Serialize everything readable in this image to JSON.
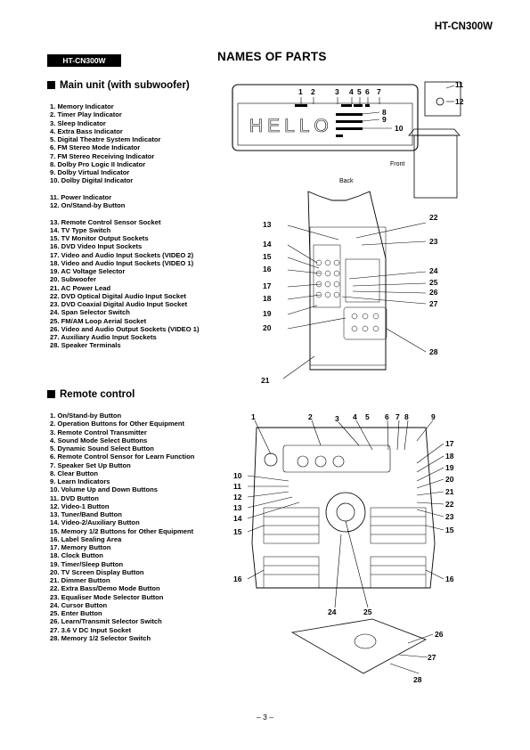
{
  "header": {
    "model_right": "HT-CN300W",
    "model_box": "HT-CN300W",
    "title": "NAMES OF PARTS"
  },
  "main_unit": {
    "heading": "Main unit (with subwoofer)",
    "items": [
      "1. Memory Indicator",
      "2. Timer Play Indicator",
      "3. Sleep Indicator",
      "4. Extra Bass Indicator",
      "5. Digital Theatre System Indicator",
      "6. FM Stereo Mode Indicator",
      "7. FM Stereo Receiving Indicator",
      "8. Dolby Pro Logic II Indicator",
      "9. Dolby Virtual Indicator",
      "10. Dolby Digital Indicator",
      "",
      "11. Power Indicator",
      "12. On/Stand-by Button",
      "",
      "13. Remote Control Sensor Socket",
      "14. TV Type Switch",
      "15. TV Monitor Output Sockets",
      "16. DVD Video Input Sockets",
      "17. Video and Audio Input Sockets (VIDEO 2)",
      "18. Video and Audio Input Sockets (VIDEO 1)",
      "19. AC Voltage Selector",
      "20. Subwoofer",
      "21. AC Power Lead",
      "22. DVD Optical Digital Audio Input Socket",
      "23. DVD Coaxial Digital Audio Input Socket",
      "24. Span Selector Switch",
      "25. FM/AM Loop Aerial Socket",
      "26. Video and Audio Output Sockets (VIDEO 1)",
      "27. Auxiliary Audio Input Sockets",
      "28. Speaker Terminals"
    ]
  },
  "remote": {
    "heading": "Remote control",
    "items": [
      "1. On/Stand-by Button",
      "2. Operation Buttons for Other Equipment",
      "3. Remote Control Transmitter",
      "4. Sound Mode Select Buttons",
      "5. Dynamic Sound Select Button",
      "6. Remote Control Sensor for Learn Function",
      "7. Speaker Set Up Button",
      "8. Clear Button",
      "9. Learn Indicators",
      "10. Volume Up and Down Buttons",
      "11. DVD Button",
      "12. Video-1 Button",
      "13. Tuner/Band Button",
      "14. Video-2/Auxiliary Button",
      "15. Memory 1/2 Buttons for Other Equipment",
      "16. Label Sealing Area",
      "17. Memory Button",
      "18. Clock Button",
      "19. Timer/Sleep Button",
      "20. TV Screen Display Button",
      "21. Dimmer Button",
      "22. Extra Bass/Demo Mode Button",
      "23. Equaliser Mode Selector Button",
      "24. Cursor Button",
      "25. Enter Button",
      "26. Learn/Transmit Selector Switch",
      "27. 3.6 V DC Input Socket",
      "28. Memory 1/2 Selector Switch"
    ]
  },
  "figures": {
    "display_text": "HELLO",
    "front_label": "Front",
    "back_label": "Back",
    "display_nums": [
      "1",
      "2",
      "3",
      "4",
      "5",
      "6",
      "7"
    ],
    "display_side_nums": [
      "8",
      "9",
      "10"
    ],
    "corner_nums": [
      "11",
      "12"
    ],
    "back_left_nums": [
      "13",
      "14",
      "15",
      "16",
      "17",
      "18",
      "19",
      "20"
    ],
    "back_right_nums": [
      "22",
      "23",
      "24",
      "25",
      "26",
      "27",
      "28"
    ],
    "back_bottom_num": "21",
    "remote_top_nums": [
      "1",
      "2",
      "3",
      "4",
      "5",
      "6",
      "7",
      "8",
      "9"
    ],
    "remote_left_nums": [
      "10",
      "11",
      "12",
      "13",
      "14",
      "15",
      "16"
    ],
    "remote_right_nums": [
      "17",
      "18",
      "19",
      "20",
      "21",
      "22",
      "23",
      "15",
      "16"
    ],
    "remote_bottom_nums": [
      "24",
      "25"
    ],
    "remote_side_nums": [
      "26",
      "27",
      "28"
    ]
  },
  "footer": {
    "page": "– 3 –"
  }
}
